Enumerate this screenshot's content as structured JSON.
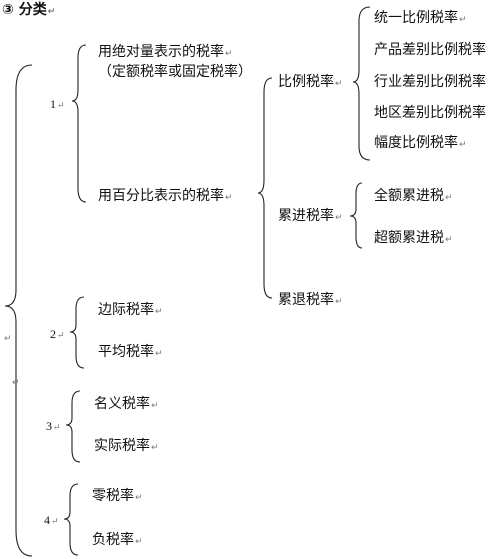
{
  "title": "③ 分类",
  "groups": [
    {
      "number": "1",
      "items": [
        {
          "label": "用绝对量表示的税率",
          "sublabel": "（定额税率或固定税率）"
        },
        {
          "label": "用百分比表示的税率",
          "subgroups": [
            {
              "label": "比例税率",
              "items": [
                "统一比例税率",
                "产品差别比例税率",
                "行业差别比例税率",
                "地区差别比例税率",
                "幅度比例税率"
              ]
            },
            {
              "label": "累进税率",
              "items": [
                "全额累进税",
                "超额累进税"
              ]
            },
            {
              "label": "累退税率"
            }
          ]
        }
      ]
    },
    {
      "number": "2",
      "items": [
        "边际税率",
        "平均税率"
      ]
    },
    {
      "number": "3",
      "items": [
        "名义税率",
        "实际税率"
      ]
    },
    {
      "number": "4",
      "items": [
        "零税率",
        "负税率"
      ]
    }
  ]
}
